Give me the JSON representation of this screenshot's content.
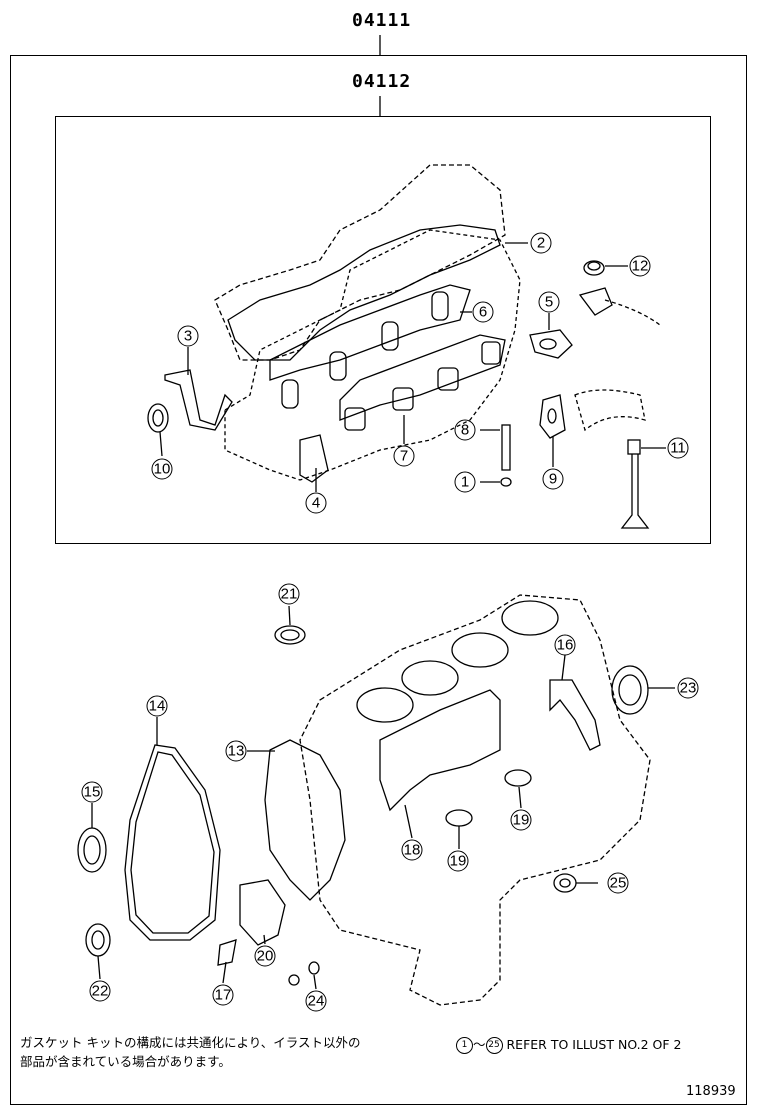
{
  "codes": {
    "outer_kit": "04111",
    "inner_kit": "04112"
  },
  "callouts": [
    "1",
    "2",
    "3",
    "4",
    "5",
    "6",
    "7",
    "8",
    "9",
    "10",
    "11",
    "12",
    "13",
    "14",
    "15",
    "16",
    "17",
    "18",
    "19",
    "20",
    "21",
    "22",
    "23",
    "24",
    "25"
  ],
  "footer": {
    "note_line1": "ガスケット キットの構成には共通化により、イラスト以外の",
    "note_line2": "部品が含まれている場合があります。",
    "ref_start": "1",
    "ref_tilde": "～",
    "ref_end": "25",
    "ref_text": "REFER TO ILLUST NO.2 OF 2",
    "figure_number": "118939"
  }
}
